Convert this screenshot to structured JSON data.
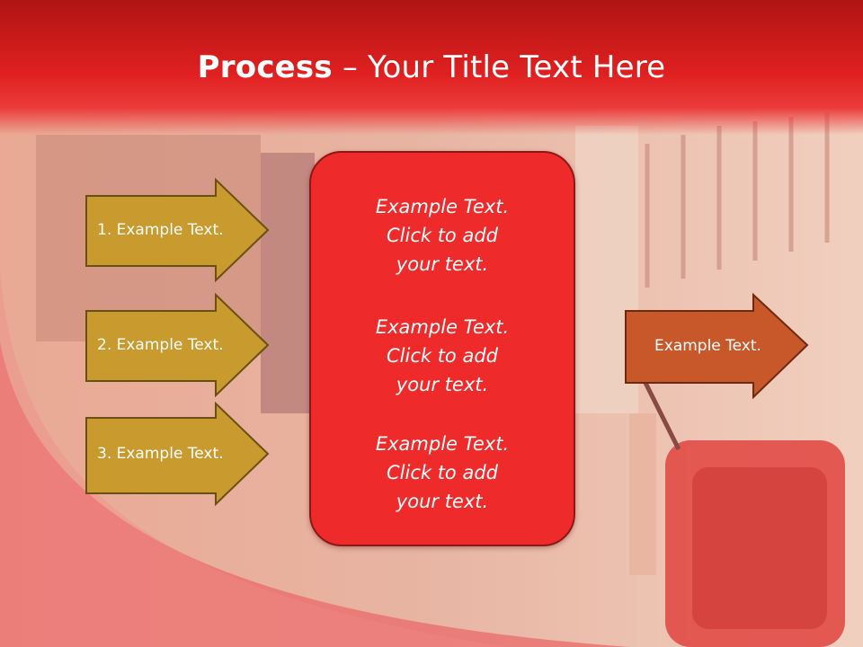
{
  "slide": {
    "title_bold": "Process",
    "title_sep": " – ",
    "title_rest": "Your Title Text Here"
  },
  "left_steps": [
    {
      "label": "1. Example Text."
    },
    {
      "label": "2. Example Text."
    },
    {
      "label": "3. Example Text."
    }
  ],
  "center_box": {
    "blocks": [
      {
        "line1": "Example Text.",
        "line2": "Click  to add",
        "line3": "your text."
      },
      {
        "line1": "Example Text.",
        "line2": "Click  to add",
        "line3": "your text."
      },
      {
        "line1": "Example Text.",
        "line2": "Click  to add",
        "line3": "your text."
      }
    ]
  },
  "right_result": {
    "label": "Example Text."
  },
  "colors": {
    "header_red": "#e02020",
    "step_arrow_fill": "#c99a2e",
    "result_arrow_fill": "#c8582a",
    "center_box_fill": "#ef2a2a"
  }
}
